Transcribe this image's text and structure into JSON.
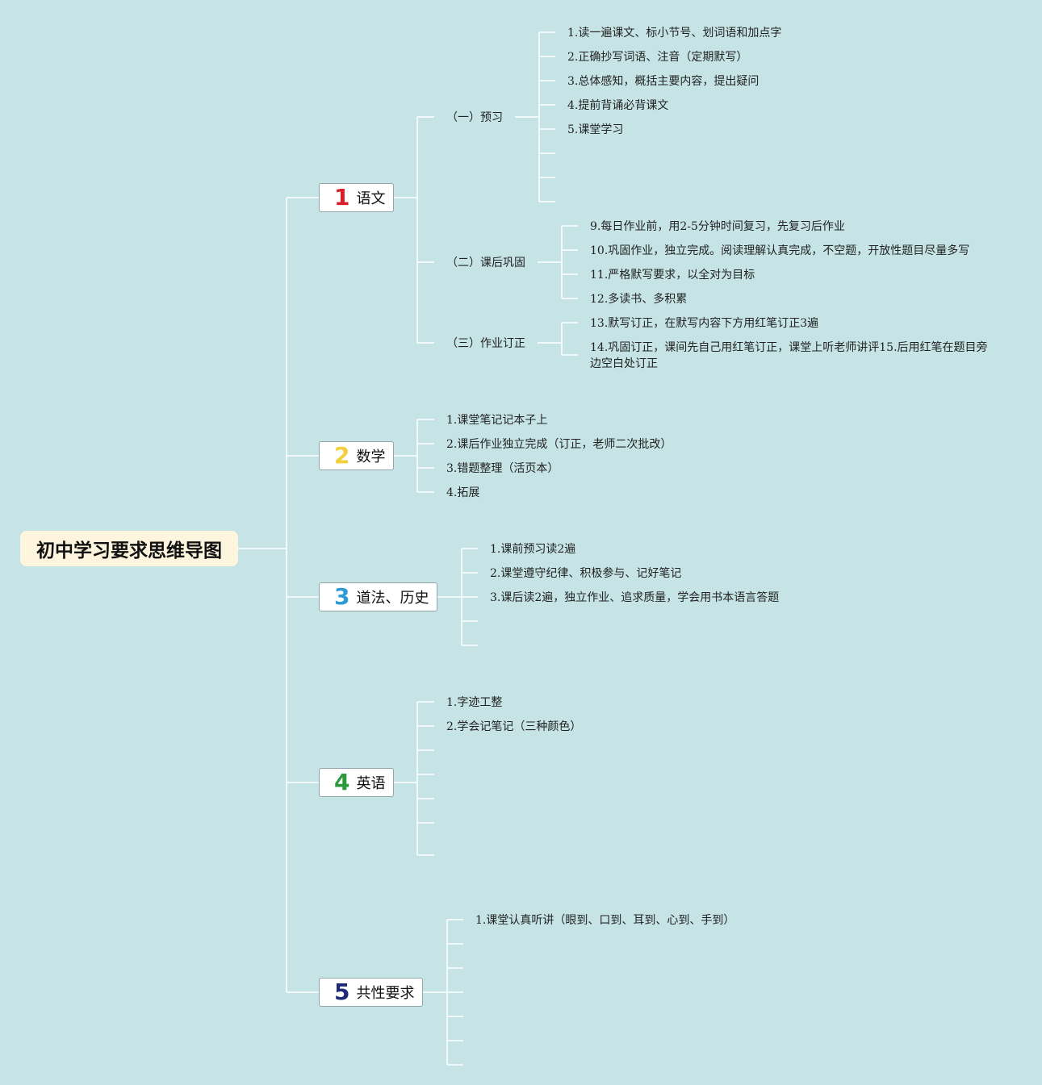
{
  "title": "初中学习要求思维导图",
  "colors": {
    "background": "#c6e4e6",
    "line": "#ffffff",
    "num1": "#d81f2c",
    "num2": "#f2d03b",
    "num3": "#2e9ad6",
    "num4": "#2a9a3a",
    "num5": "#1e2a78"
  },
  "branches": [
    {
      "num": "1",
      "label": "语文",
      "groups": [
        {
          "label": "（一）预习",
          "items": [
            "1.读一遍课文、标小节号、划词语和加点字",
            "2.正确抄写词语、注音（定期默写）",
            "3.总体感知，概括主要内容，提出疑问",
            "4.提前背诵必背课文",
            "5.课堂学习"
          ]
        },
        {
          "label": "（二）课后巩固",
          "items": [
            "9.每日作业前，用2-5分钟时间复习，先复习后作业",
            "10.巩固作业，独立完成。阅读理解认真完成，不空题，开放性题目尽量多写",
            "11.严格默写要求，以全对为目标",
            "12.多读书、多积累"
          ]
        },
        {
          "label": "（三）作业订正",
          "items": [
            "13.默写订正，在默写内容下方用红笔订正3遍",
            "14.巩固订正，课间先自己用红笔订正，课堂上听老师讲评15.后用红笔在题目旁边空白处订正"
          ]
        }
      ]
    },
    {
      "num": "2",
      "label": "数学",
      "items": [
        "1.课堂笔记记本子上",
        "2.课后作业独立完成（订正，老师二次批改）",
        "3.错题整理（活页本）",
        "4.拓展"
      ]
    },
    {
      "num": "3",
      "label": "道法、历史",
      "items": [
        "1.课前预习读2遍",
        "2.课堂遵守纪律、积极参与、记好笔记",
        "3.课后读2遍，独立作业、追求质量，学会用书本语言答题"
      ]
    },
    {
      "num": "4",
      "label": "英语",
      "items": [
        "1.字迹工整",
        "2.学会记笔记（三种颜色）"
      ]
    },
    {
      "num": "5",
      "label": "共性要求",
      "items": [
        "1.课堂认真听讲（眼到、口到、耳到、心到、手到）"
      ]
    }
  ]
}
